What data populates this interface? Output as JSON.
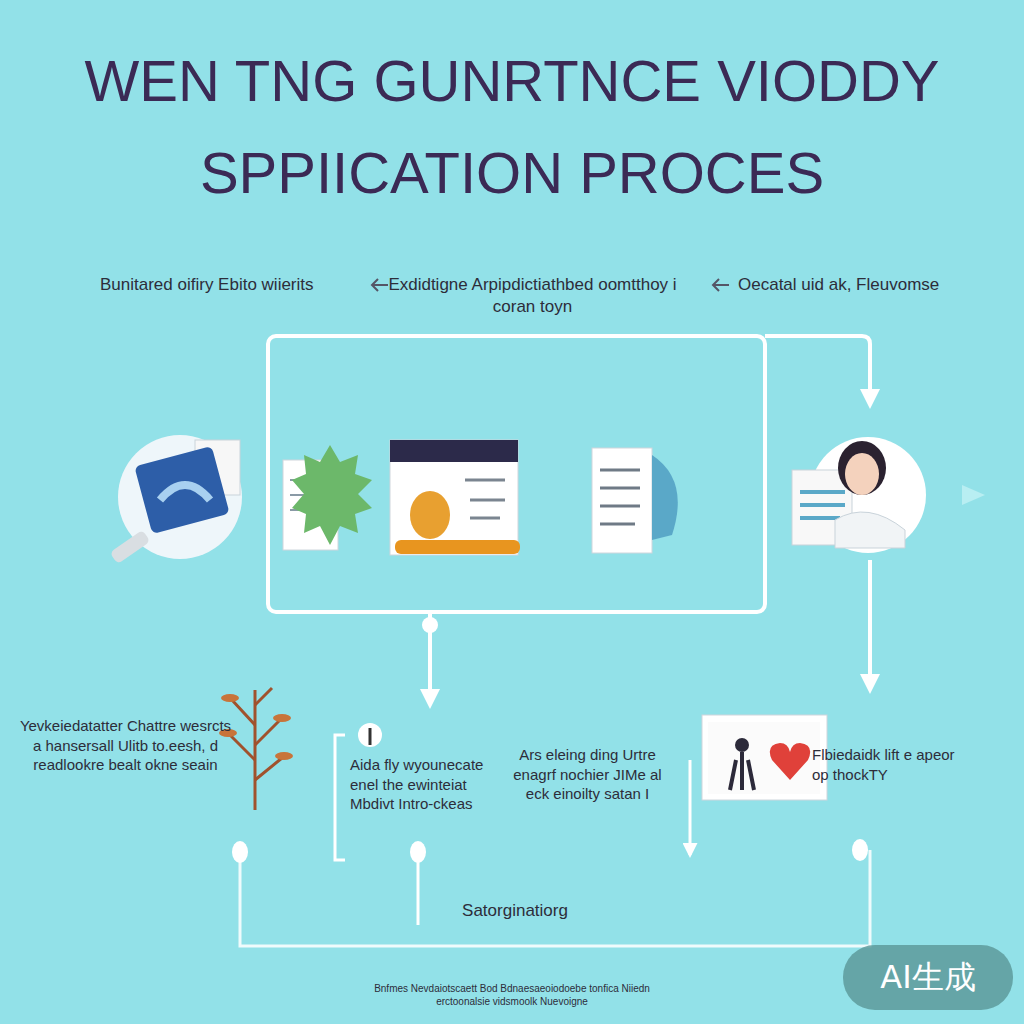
{
  "diagram": {
    "title": "WEN TNG GUNRTNCE VIODDY SPPIICATION PROCES",
    "labels": [
      "Bunitared oifiry Ebito wiierits",
      "Exdidtigne Arpipdictiathbed oomtthoy i coran toyn",
      "Oecatal uid ak, Fleuvomse",
      "Yevkeiedatatter Chattre wesrcts a hansersall Ulitb to.eesh, d readlookre bealt okne seain",
      "Aida fly wyounecate enel the ewinteiat Mbdivt Intro-ckeas",
      "Ars eleing ding Urtre enagrf nochier JIMe al eck einoilty satan I",
      "Flbiedaidk lift e apeor op thockTY",
      "Satorginatiorg",
      "Bnfmes Nevdaiotscaett Bod Bdnaesaeoiodoebe tonfica Niiedn erctoonalsie vidsmoolk Nuevoigne",
      "AI生成"
    ]
  }
}
